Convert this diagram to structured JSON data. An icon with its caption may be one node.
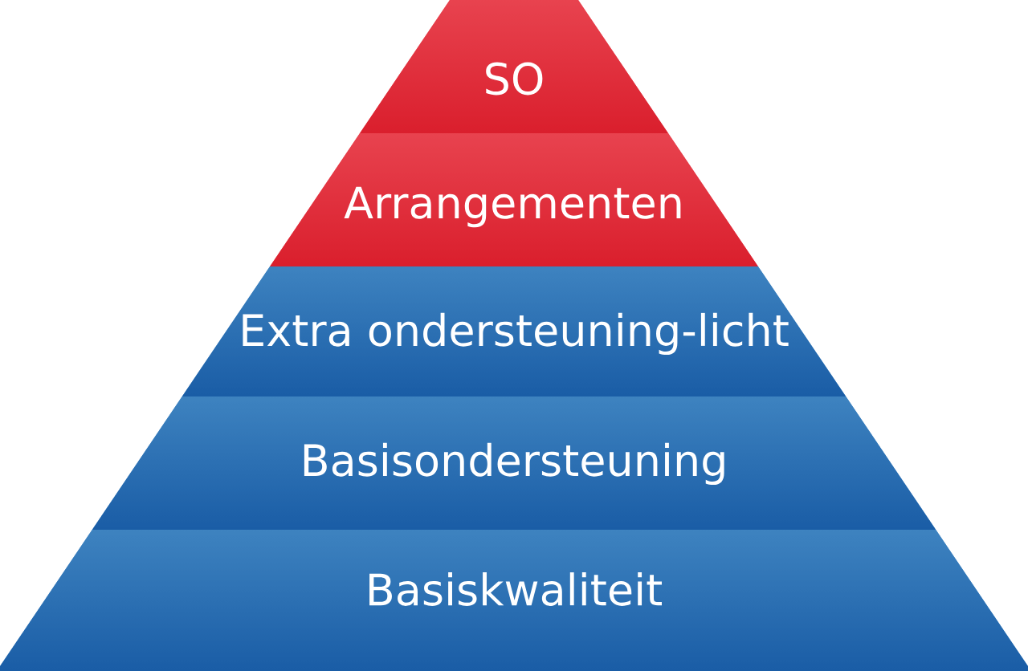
{
  "diagram": {
    "nodes": [
      {
        "text": [
          "SO"
        ]
      },
      {
        "text": [
          "Arrangementen"
        ]
      },
      {
        "text": [
          "Extra ondersteuning-licht"
        ]
      },
      {
        "text": [
          "Basisondersteuning"
        ]
      },
      {
        "text": [
          "Basiskwaliteit"
        ]
      }
    ]
  }
}
